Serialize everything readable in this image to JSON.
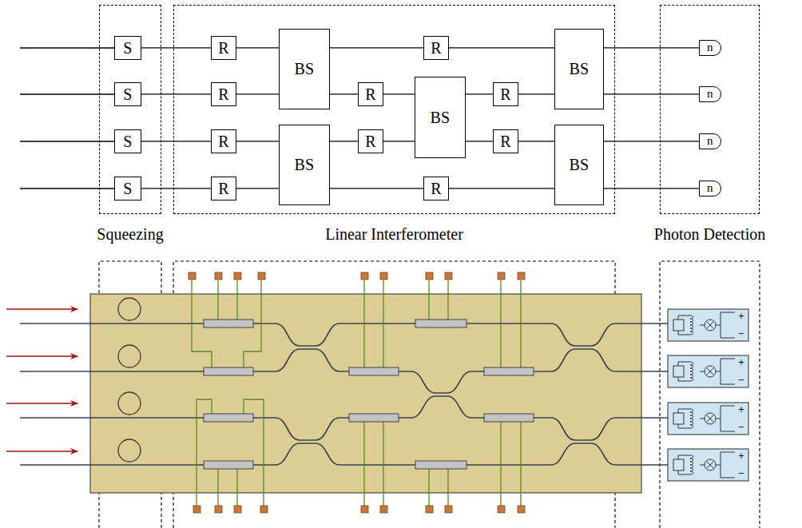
{
  "diagram": {
    "nodes": [
      {
        "text": [
          "Squeezing"
        ]
      },
      {
        "text": [
          "Linear Interferometer"
        ]
      },
      {
        "text": [
          "Photon Detection"
        ]
      },
      {
        "text": [
          "S"
        ],
        "in": 0
      },
      {
        "text": [
          "S"
        ],
        "in": 0
      },
      {
        "text": [
          "S"
        ],
        "in": 0
      },
      {
        "text": [
          "S"
        ],
        "in": 0
      },
      {
        "text": [
          "R"
        ],
        "in": 1
      },
      {
        "text": [
          "R"
        ],
        "in": 1
      },
      {
        "text": [
          "R"
        ],
        "in": 1
      },
      {
        "text": [
          "R"
        ],
        "in": 1
      },
      {
        "text": [
          "BS"
        ],
        "in": 1
      },
      {
        "text": [
          "BS"
        ],
        "in": 1
      },
      {
        "text": [
          "R"
        ],
        "in": 1
      },
      {
        "text": [
          "R"
        ],
        "in": 1
      },
      {
        "text": [
          "R"
        ],
        "in": 1
      },
      {
        "text": [
          "R"
        ],
        "in": 1
      },
      {
        "text": [
          "BS"
        ],
        "in": 1
      },
      {
        "text": [
          "R"
        ],
        "in": 1
      },
      {
        "text": [
          "R"
        ],
        "in": 1
      },
      {
        "text": [
          "BS"
        ],
        "in": 1
      },
      {
        "text": [
          "BS"
        ],
        "in": 1
      },
      {
        "text": [
          "n"
        ],
        "in": 2
      },
      {
        "text": [
          "n"
        ],
        "in": 2
      },
      {
        "text": [
          "n"
        ],
        "in": 2
      },
      {
        "text": [
          "n"
        ],
        "in": 2
      }
    ],
    "edges": [
      {
        "from": 3,
        "to": 7,
        "arrow": "none"
      },
      {
        "from": 4,
        "to": 8,
        "arrow": "none"
      },
      {
        "from": 5,
        "to": 9,
        "arrow": "none"
      },
      {
        "from": 6,
        "to": 10,
        "arrow": "none"
      },
      {
        "from": 7,
        "to": 11,
        "arrow": "none"
      },
      {
        "from": 8,
        "to": 11,
        "arrow": "none"
      },
      {
        "from": 9,
        "to": 12,
        "arrow": "none"
      },
      {
        "from": 10,
        "to": 12,
        "arrow": "none"
      },
      {
        "from": 11,
        "to": 13,
        "arrow": "none"
      },
      {
        "from": 11,
        "to": 14,
        "arrow": "none"
      },
      {
        "from": 12,
        "to": 15,
        "arrow": "none"
      },
      {
        "from": 12,
        "to": 16,
        "arrow": "none"
      },
      {
        "from": 14,
        "to": 17,
        "arrow": "none"
      },
      {
        "from": 15,
        "to": 17,
        "arrow": "none"
      },
      {
        "from": 17,
        "to": 18,
        "arrow": "none"
      },
      {
        "from": 17,
        "to": 19,
        "arrow": "none"
      },
      {
        "from": 13,
        "to": 20,
        "arrow": "none"
      },
      {
        "from": 18,
        "to": 20,
        "arrow": "none"
      },
      {
        "from": 19,
        "to": 21,
        "arrow": "none"
      },
      {
        "from": 16,
        "to": 21,
        "arrow": "none"
      },
      {
        "from": 20,
        "to": 22,
        "arrow": "none"
      },
      {
        "from": 20,
        "to": 23,
        "arrow": "none"
      },
      {
        "from": 21,
        "to": 24,
        "arrow": "none"
      },
      {
        "from": 21,
        "to": 25,
        "arrow": "none"
      }
    ],
    "labels": [
      "+",
      "−",
      "+",
      "−",
      "+",
      "−",
      "+",
      "−"
    ]
  }
}
